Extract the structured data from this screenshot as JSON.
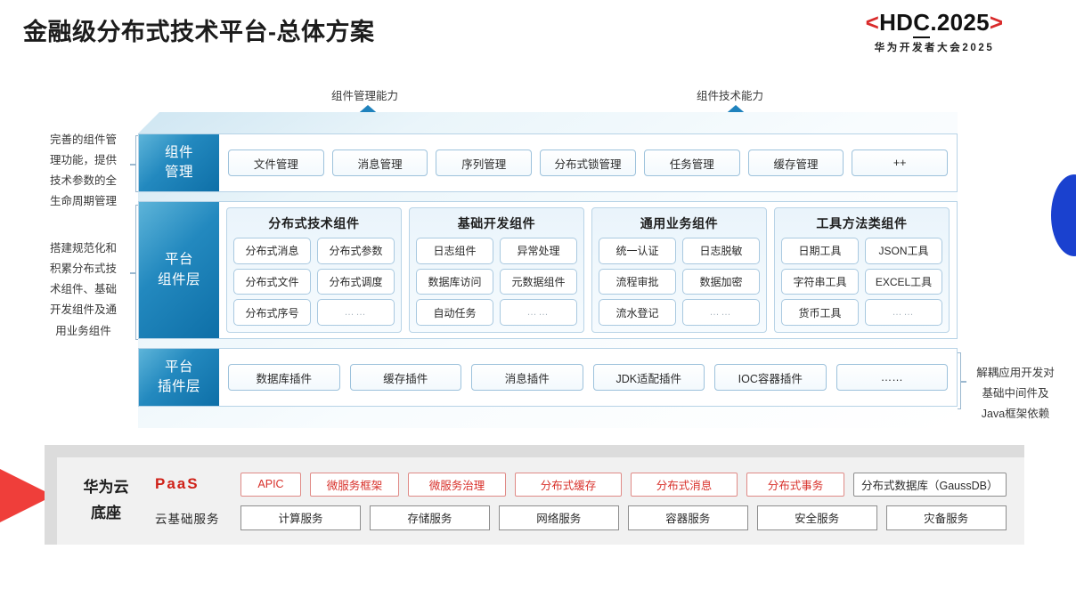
{
  "header": {
    "title": "金融级分布式技术平台-总体方案",
    "logo": {
      "left_bracket": "<",
      "text_1": "HD",
      "text_c": "C",
      "text_2": ".2025",
      "right_bracket": ">",
      "subtitle": "华为开发者大会2025"
    }
  },
  "arrows": [
    {
      "label": "组件管理能力"
    },
    {
      "label": "组件技术能力"
    }
  ],
  "side_notes": {
    "left_top": "完善的组件管理功能，提供技术参数的全生命周期管理",
    "left_top_lines": [
      "完善的组件管",
      "理功能，提供",
      "技术参数的全",
      "生命周期管理"
    ],
    "left_bottom_lines": [
      "搭建规范化和",
      "积累分布式技",
      "术组件、基础",
      "开发组件及通",
      "用业务组件"
    ],
    "right_lines": [
      "解耦应用开发对",
      "基础中间件及",
      "Java框架依赖"
    ]
  },
  "layers": [
    {
      "id": "component-management",
      "label_lines": [
        "组件",
        "管理"
      ],
      "chips": [
        "文件管理",
        "消息管理",
        "序列管理",
        "分布式锁管理",
        "任务管理",
        "缓存管理",
        "++"
      ]
    },
    {
      "id": "platform-component",
      "label_lines": [
        "平台",
        "组件层"
      ],
      "groups": [
        {
          "title": "分布式技术组件",
          "cells": [
            "分布式消息",
            "分布式参数",
            "分布式文件",
            "分布式调度",
            "分布式序号",
            "……"
          ]
        },
        {
          "title": "基础开发组件",
          "cells": [
            "日志组件",
            "异常处理",
            "数据库访问",
            "元数据组件",
            "自动任务",
            "……"
          ]
        },
        {
          "title": "通用业务组件",
          "cells": [
            "统一认证",
            "日志脱敏",
            "流程审批",
            "数据加密",
            "流水登记",
            "……"
          ]
        },
        {
          "title": "工具方法类组件",
          "cells": [
            "日期工具",
            "JSON工具",
            "字符串工具",
            "EXCEL工具",
            "货币工具",
            "……"
          ]
        }
      ]
    },
    {
      "id": "platform-plugin",
      "label_lines": [
        "平台",
        "插件层"
      ],
      "chips": [
        "数据库插件",
        "缓存插件",
        "消息插件",
        "JDK适配插件",
        "IOC容器插件",
        "……"
      ]
    }
  ],
  "base": {
    "title_lines": [
      "华为云",
      "底座"
    ],
    "paas_label": "PaaS",
    "cloud_label": "云基础服务",
    "paas_tags": [
      "APIC",
      "微服务框架",
      "微服务治理",
      "分布式缓存",
      "分布式消息",
      "分布式事务"
    ],
    "paas_tag_gray": "分布式数据库（GaussDB）",
    "cloud_services": [
      "计算服务",
      "存储服务",
      "网络服务",
      "容器服务",
      "安全服务",
      "灾备服务"
    ]
  },
  "colors": {
    "brand_red": "#d8312b",
    "brand_blue": "#1272a8",
    "accent_blue_dot": "#1a41cf",
    "accent_red_wedge": "#ef3e3a"
  }
}
